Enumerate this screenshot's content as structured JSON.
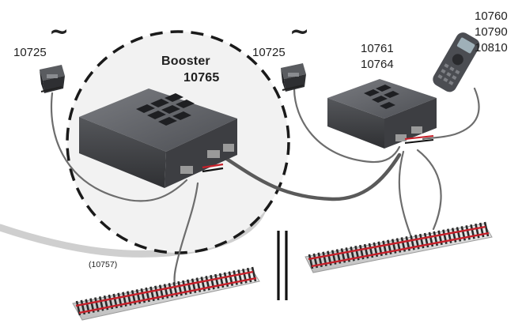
{
  "labels": {
    "transformer_left_code": "10725",
    "transformer_right_code": "10725",
    "ac_symbol": "~",
    "booster_title": "Booster",
    "booster_code": "10765",
    "central_codes": [
      "10761",
      "10764"
    ],
    "handheld_codes": [
      "10760",
      "10790",
      "10810"
    ],
    "cable_code": "(10757)"
  },
  "colors": {
    "device_dark": "#4a4c50",
    "device_top": "#6b6d72",
    "wire": "#6d6d6d",
    "cable_light": "#c9c9c9",
    "rail_red": "#c8202a",
    "ballast": "#e4e4e4"
  }
}
